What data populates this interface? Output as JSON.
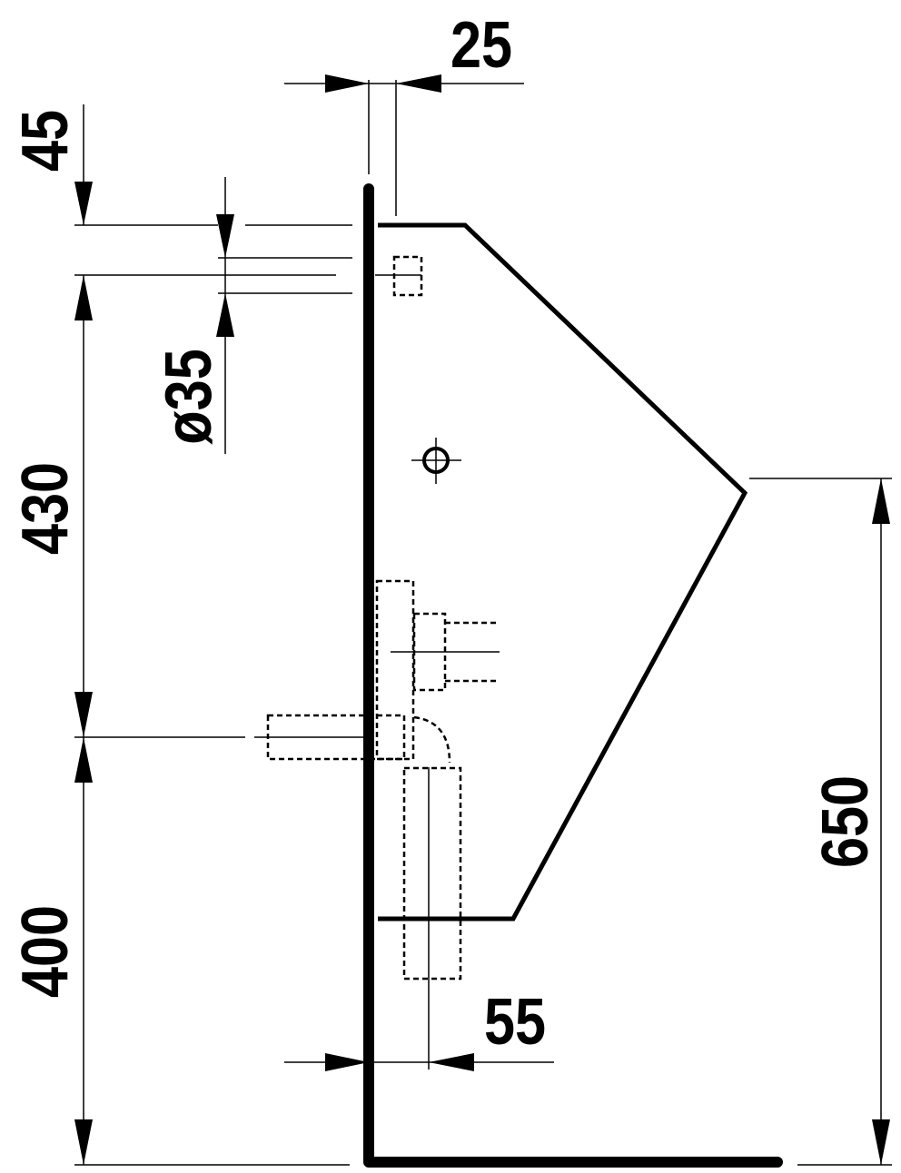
{
  "drawing": {
    "title": "Urinal side elevation dimension drawing",
    "dimensions": {
      "wall_offset_top": "25",
      "top_offset": "45",
      "inlet_diameter": "ø35",
      "inlet_to_outlet": "430",
      "outlet_height": "400",
      "outlet_offset": "55",
      "rim_height": "650"
    },
    "colors": {
      "line": "#000000",
      "background": "#ffffff"
    }
  }
}
